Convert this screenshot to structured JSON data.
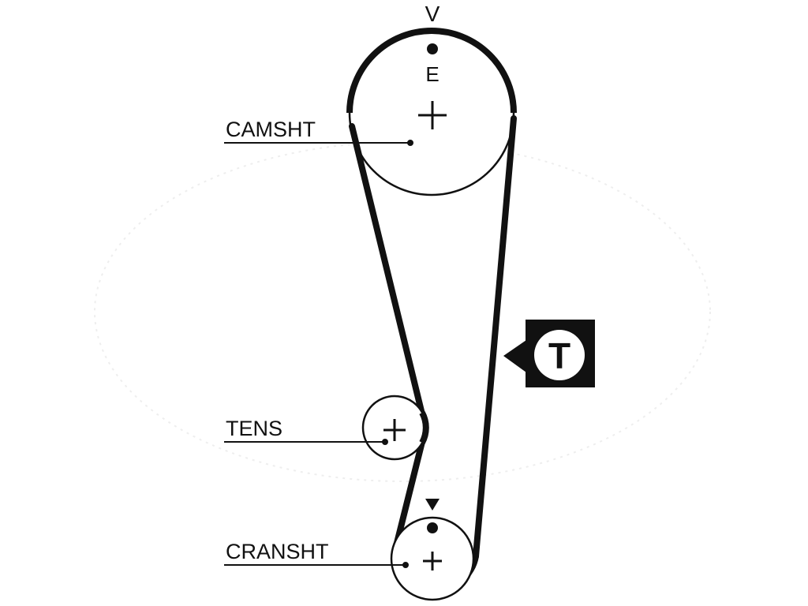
{
  "colors": {
    "ink": "#111111",
    "background": "#ffffff",
    "faint": "#eeeeee"
  },
  "top_mark": "V",
  "cam_mark": "E",
  "labels": {
    "camshaft": "CAMSHT",
    "tensioner": "TENS",
    "crankshaft": "CRANSHT"
  },
  "tension_badge": {
    "letter": "T",
    "icon": "tension-arrow-icon"
  },
  "crank_mark_icon": "triangle-down-icon"
}
